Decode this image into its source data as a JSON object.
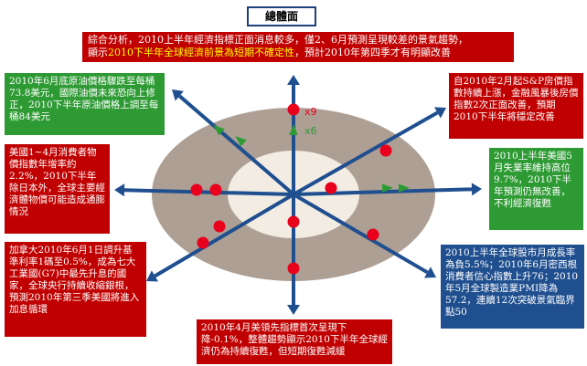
{
  "title": "總體面",
  "colors": {
    "outer_ellipse": "#ad9f94",
    "inner_ellipse": "#f2ece3",
    "axis": "#1f4f8f",
    "dot": "#e8001c",
    "arrow_green": "#2e9a34",
    "box_red": "#c00000",
    "box_green": "#2e9a34",
    "box_blue": "#1f4f8f",
    "highlight": "#ffff00"
  },
  "top_box": {
    "line1": "綜合分析，2010上半年經濟指標正面消息較多，僅2、6月預測呈現較差的景氣趨勢，",
    "line2_prefix": "顯示",
    "line2_highlight": "2010下半年全球經濟前景為短期不確定性",
    "line2_suffix": "，預計2010年第四季才有明顯改善"
  },
  "axis_labels": {
    "x9": "x9",
    "x6": "x6"
  },
  "boxes": {
    "oil": "2010年6月底原油價格驟跌至每桶73.8美元，國際油價未來恐向上修正，2010下半年原油價格上調至每桶84美元",
    "consumer_price": "美國1~4月消費者物價指數年增率約2.2%，2010下半年除日本外，全球主要經濟體物價可能造成通膨情況",
    "rates": "加拿大2010年6月1日調升基準利率1碼至0.5%，成為七大工業國(G7)中最先升息的國家，全球央行持續收縮銀根，預測2010年第三季美國將進入加息循環",
    "leading": "2010年4月美領先指標首次呈現下降-0.1%，整體趨勢顯示2010下半年全球經濟仍為持續復甦，但短期復甦減緩",
    "stocks": "2010上半年全球股市月成長率為負5.5%；2010年6月密西根消費者信心指數上升76；2010年5月全球製造業PMI降為57.2，連續12次突破景氣臨界點50",
    "unemployment": "2010上半年美國5月失業率維持高位9.7%，2010下半年預測仍無改善，不利經濟復甦",
    "sp": "自2010年2月起S&P房價指數持續上漲，金融風暴後房價指數2次正面改善，預期2010下半年將穩定改善"
  }
}
